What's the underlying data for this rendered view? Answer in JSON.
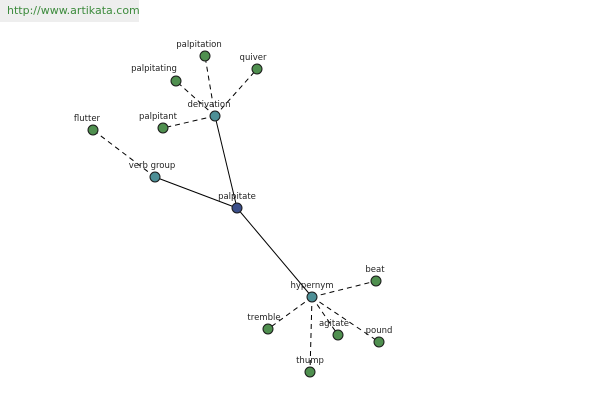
{
  "watermark": "http://www.artikata.com",
  "colors": {
    "root": "#3b4f8a",
    "relation": "#4d8f96",
    "word": "#4f8f4f"
  },
  "nodes": [
    {
      "id": "palpitate",
      "label": "palpitate",
      "kind": "root"
    },
    {
      "id": "derivation",
      "label": "derivation",
      "kind": "relation"
    },
    {
      "id": "verb-group",
      "label": "verb group",
      "kind": "relation"
    },
    {
      "id": "hypernym",
      "label": "hypernym",
      "kind": "relation"
    },
    {
      "id": "palpitation",
      "label": "palpitation",
      "kind": "word"
    },
    {
      "id": "palpitating",
      "label": "palpitating",
      "kind": "word"
    },
    {
      "id": "quiver",
      "label": "quiver",
      "kind": "word"
    },
    {
      "id": "palpitant",
      "label": "palpitant",
      "kind": "word"
    },
    {
      "id": "flutter",
      "label": "flutter",
      "kind": "word"
    },
    {
      "id": "beat",
      "label": "beat",
      "kind": "word"
    },
    {
      "id": "tremble",
      "label": "tremble",
      "kind": "word"
    },
    {
      "id": "agitate",
      "label": "agitate",
      "kind": "word"
    },
    {
      "id": "pound",
      "label": "pound",
      "kind": "word"
    },
    {
      "id": "thump",
      "label": "thump",
      "kind": "word"
    }
  ],
  "edges": [
    {
      "from": "palpitate",
      "to": "derivation",
      "style": "solid"
    },
    {
      "from": "palpitate",
      "to": "verb-group",
      "style": "solid"
    },
    {
      "from": "palpitate",
      "to": "hypernym",
      "style": "solid"
    },
    {
      "from": "derivation",
      "to": "palpitation",
      "style": "dashed"
    },
    {
      "from": "derivation",
      "to": "palpitating",
      "style": "dashed"
    },
    {
      "from": "derivation",
      "to": "quiver",
      "style": "dashed"
    },
    {
      "from": "derivation",
      "to": "palpitant",
      "style": "dashed"
    },
    {
      "from": "verb-group",
      "to": "flutter",
      "style": "dashed"
    },
    {
      "from": "hypernym",
      "to": "beat",
      "style": "dashed"
    },
    {
      "from": "hypernym",
      "to": "tremble",
      "style": "dashed"
    },
    {
      "from": "hypernym",
      "to": "agitate",
      "style": "dashed"
    },
    {
      "from": "hypernym",
      "to": "pound",
      "style": "dashed"
    },
    {
      "from": "hypernym",
      "to": "thump",
      "style": "dashed"
    }
  ]
}
